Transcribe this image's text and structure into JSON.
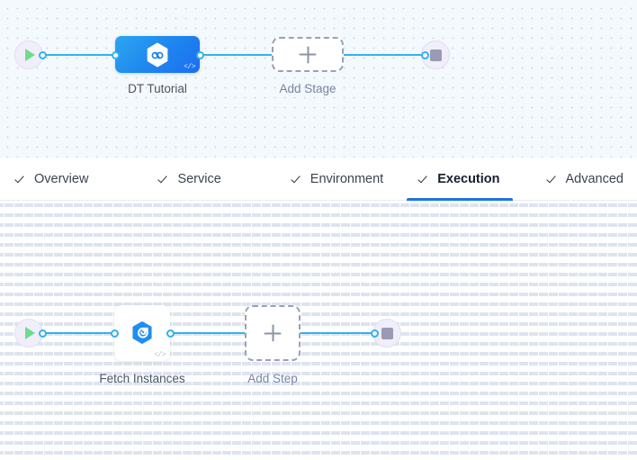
{
  "stage_canvas": {
    "start_node": {
      "name": "pipeline-start",
      "icon": "play-icon"
    },
    "end_node": {
      "name": "pipeline-end",
      "icon": "stop-icon"
    },
    "stage": {
      "label": "DT Tutorial",
      "icon": "hexagon-link-icon",
      "code_badge": "</>"
    },
    "add_stage": {
      "label": "Add Stage",
      "icon": "plus-icon"
    }
  },
  "tabs": {
    "items": [
      {
        "label": "Overview",
        "icon": "check-icon",
        "active": false
      },
      {
        "label": "Service",
        "icon": "check-icon",
        "active": false
      },
      {
        "label": "Environment",
        "icon": "check-icon",
        "active": false
      },
      {
        "label": "Execution",
        "icon": "check-icon",
        "active": true
      },
      {
        "label": "Advanced",
        "icon": "check-icon",
        "active": false
      }
    ]
  },
  "step_canvas": {
    "start_node": {
      "name": "execution-start",
      "icon": "play-icon"
    },
    "end_node": {
      "name": "execution-end",
      "icon": "stop-icon"
    },
    "step": {
      "label": "Fetch Instances",
      "icon": "hexagon-shell-script-icon",
      "code_badge": "</>"
    },
    "add_step": {
      "label": "Add Step",
      "icon": "plus-icon"
    }
  },
  "colors": {
    "connector": "#33b1ee",
    "stage_fill": "#1f86ef",
    "active_tab_underline": "#1b74e4",
    "start_icon": "#6fdc8c",
    "stop_icon": "#9a9ab5",
    "stage_canvas_bg": "#f3f9fc",
    "step_canvas_bg": "#ffffff"
  }
}
